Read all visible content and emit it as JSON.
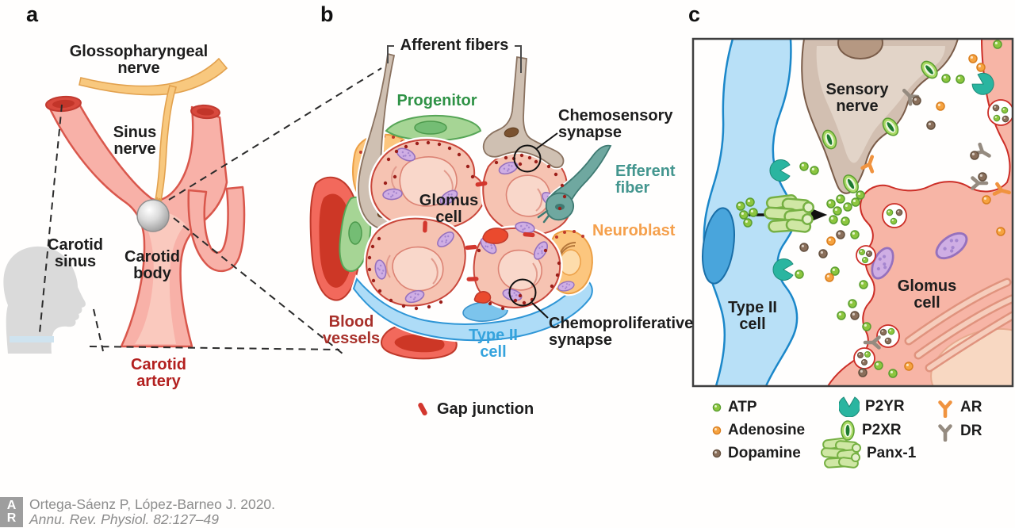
{
  "figure": {
    "panel_a": {
      "letter": "a",
      "labels": {
        "glossopharyngeal_nerve": "Glossopharyngeal\nnerve",
        "sinus_nerve": "Sinus\nnerve",
        "carotid_sinus": "Carotid\nsinus",
        "carotid_body": "Carotid\nbody",
        "carotid_artery": "Carotid\nartery"
      }
    },
    "panel_b": {
      "letter": "b",
      "labels": {
        "afferent_fibers": "Afferent fibers",
        "progenitor": "Progenitor",
        "chemosensory_synapse": "Chemosensory\nsynapse",
        "efferent_fiber": "Efferent\nfiber",
        "neuroblast": "Neuroblast",
        "glomus_cell": "Glomus\ncell",
        "blood_vessels": "Blood\nvessels",
        "type2_cell": "Type II\ncell",
        "chemoproliferative_synapse": "Chemoproliferative\nsynapse",
        "gap_junction": "Gap junction"
      }
    },
    "panel_c": {
      "letter": "c",
      "labels": {
        "sensory_nerve": "Sensory\nnerve",
        "type2_cell": "Type II\ncell",
        "glomus_cell": "Glomus\ncell"
      },
      "legend": [
        {
          "label": "ATP",
          "icon": "atp-green-dot-icon"
        },
        {
          "label": "Adenosine",
          "icon": "adenosine-orange-dot-icon"
        },
        {
          "label": "Dopamine",
          "icon": "dopamine-brown-dot-icon"
        },
        {
          "label": "P2YR",
          "icon": "p2yr-teal-receptor-icon"
        },
        {
          "label": "P2XR",
          "icon": "p2xr-green-channel-icon"
        },
        {
          "label": "Panx-1",
          "icon": "panx1-channel-bundle-icon"
        },
        {
          "label": "AR",
          "icon": "ar-orange-receptor-icon"
        },
        {
          "label": "DR",
          "icon": "dr-gray-receptor-icon"
        }
      ]
    }
  },
  "citation": {
    "line1": "Ortega-Sáenz P, López-Barneo J. 2020.",
    "line2": "Annu. Rev. Physiol. 82:127–49",
    "logo_top": "A",
    "logo_bottom": "R"
  },
  "colors": {
    "artery": "#f8b1a8",
    "artery_outline": "#d9574c",
    "nerve_orange": "#f8c87e",
    "glomus_fill": "#f6c3b2",
    "glomus_outline": "#c9473b",
    "type2_blue": "#aedcf7",
    "progenitor_green": "#a6d595",
    "neuroblast_orange": "#fcc67e",
    "efferent_teal": "#6fa8a0",
    "afferent_tan": "#cfc0b2",
    "blood_red": "#f2695c",
    "atp_green": "#8dc63f",
    "adenosine_orange": "#f6a340",
    "dopamine_brown": "#8a6f5b",
    "p2yr_teal": "#2ab5a0",
    "panx_green": "#cfe7a4",
    "mito_purple": "#cfaee4"
  }
}
